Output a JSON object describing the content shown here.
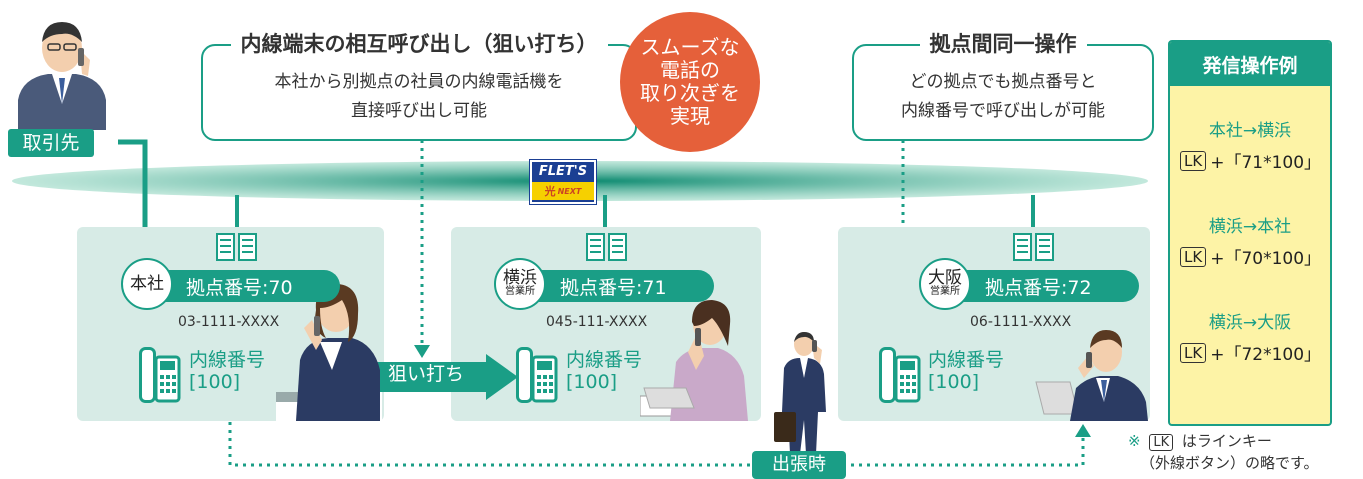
{
  "colors": {
    "teal": "#1a9e86",
    "panel": "#d7ebe6",
    "orange": "#e5603a",
    "yellow": "#fdf3a6"
  },
  "left_callout": {
    "title": "内線端末の相互呼び出し（狙い打ち）",
    "body": "本社から別拠点の社員の内線電話機を\n直接呼び出し可能"
  },
  "center_burst": {
    "text": "スムーズな\n電話の\n取り次ぎを\n実現"
  },
  "right_callout": {
    "title": "拠点間同一操作",
    "body": "どの拠点でも拠点番号と\n内線番号で呼び出しが可能"
  },
  "client_label": "取引先",
  "network_logo": {
    "line1": "FLET'S",
    "line2": "光",
    "line3": "NEXT"
  },
  "sites": [
    {
      "name": "本社",
      "sub": "",
      "pill": "拠点番号:70",
      "phone": "03-1111-XXXX",
      "ext_label": "内線番号",
      "ext_num": "[100]"
    },
    {
      "name": "横浜",
      "sub": "営業所",
      "pill": "拠点番号:71",
      "phone": "045-111-XXXX",
      "ext_label": "内線番号",
      "ext_num": "[100]"
    },
    {
      "name": "大阪",
      "sub": "営業所",
      "pill": "拠点番号:72",
      "phone": "06-1111-XXXX",
      "ext_label": "内線番号",
      "ext_num": "[100]"
    }
  ],
  "direct_call_label": "狙い打ち",
  "business_trip_label": "出張時",
  "example": {
    "title": "発信操作例",
    "items": [
      {
        "route": "本社→横浜",
        "key": "LK",
        "code": "+「71*100」"
      },
      {
        "route": "横浜→本社",
        "key": "LK",
        "code": "+「70*100」"
      },
      {
        "route": "横浜→大阪",
        "key": "LK",
        "code": "+「72*100」"
      }
    ]
  },
  "footnote": {
    "mark": "※",
    "key": "LK",
    "line1": "はラインキー",
    "line2": "（外線ボタン）の略です。"
  }
}
